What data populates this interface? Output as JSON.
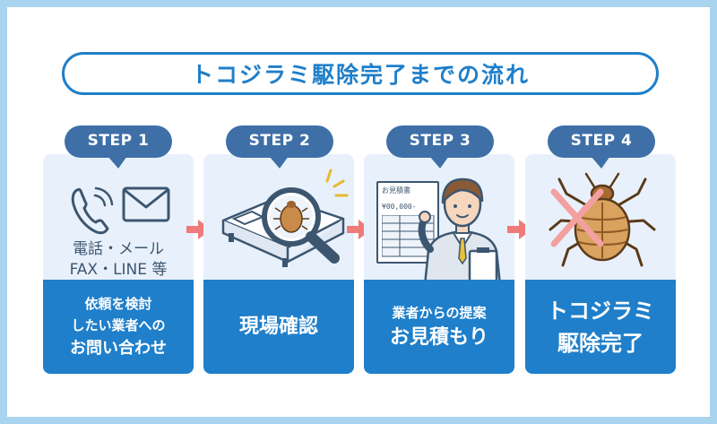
{
  "title": "トコジラミ駆除完了までの流れ",
  "colors": {
    "frame": "#a9d4ef",
    "primary": "#1f7fca",
    "badge": "#3e6fa7",
    "card_bg": "#e8f1fb",
    "arrow": "#ef7a7a",
    "text_dark": "#3d5670"
  },
  "steps": [
    {
      "label": "STEP 1",
      "icons": [
        "phone-icon",
        "mail-icon"
      ],
      "contact_line1": "電話・メール",
      "contact_line2": "FAX・LINE 等",
      "lines": [
        "依頼を検討",
        "したい業者への",
        "お問い合わせ"
      ]
    },
    {
      "label": "STEP 2",
      "icons": [
        "bed-with-magnifier-icon"
      ],
      "lines": [
        "現場確認"
      ]
    },
    {
      "label": "STEP 3",
      "icons": [
        "estimate-document-icon",
        "staff-person-icon"
      ],
      "document_title": "お見積書",
      "document_amount": "¥00,000-",
      "lines": [
        "業者からの提案",
        "お見積もり"
      ]
    },
    {
      "label": "STEP 4",
      "icons": [
        "bedbug-cross-icon"
      ],
      "lines": [
        "トコジラミ",
        "駆除完了"
      ]
    }
  ]
}
